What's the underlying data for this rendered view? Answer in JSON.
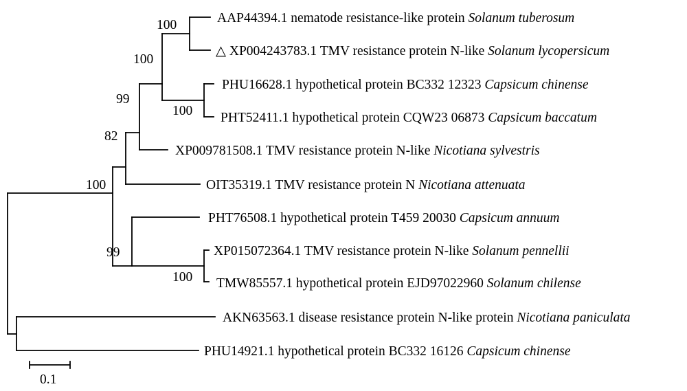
{
  "tree": {
    "taxa": [
      {
        "accession_desc": "AAP44394.1 nematode resistance-like protein",
        "species": "Solanum tuberosum",
        "marker": ""
      },
      {
        "accession_desc": "XP004243783.1 TMV resistance protein N-like",
        "species": "Solanum lycopersicum",
        "marker": "△"
      },
      {
        "accession_desc": "PHU16628.1 hypothetical protein BC332 12323",
        "species": "Capsicum chinense",
        "marker": ""
      },
      {
        "accession_desc": "PHT52411.1 hypothetical protein CQW23 06873",
        "species": "Capsicum baccatum",
        "marker": ""
      },
      {
        "accession_desc": "XP009781508.1 TMV resistance protein N-like",
        "species": "Nicotiana sylvestris",
        "marker": ""
      },
      {
        "accession_desc": "OIT35319.1 TMV resistance protein N",
        "species": "Nicotiana attenuata",
        "marker": ""
      },
      {
        "accession_desc": "PHT76508.1 hypothetical protein T459 20030",
        "species": "Capsicum annuum",
        "marker": ""
      },
      {
        "accession_desc": "XP015072364.1 TMV resistance protein N-like",
        "species": "Solanum pennellii",
        "marker": ""
      },
      {
        "accession_desc": "TMW85557.1 hypothetical protein EJD97022960",
        "species": "Solanum chilense",
        "marker": ""
      },
      {
        "accession_desc": "AKN63563.1 disease resistance protein N-like protein",
        "species": "Nicotiana paniculata",
        "marker": ""
      },
      {
        "accession_desc": "PHU14921.1 hypothetical protein BC332 16126",
        "species": "Capsicum chinense",
        "marker": ""
      }
    ],
    "bootstrap": {
      "tuberosum_lycopersicum": "100",
      "solanum_capsicum_group": "100",
      "capsicum_pair": "100",
      "with_sylvestris": "99",
      "with_attenuata": "82",
      "main_clade": "100",
      "annuum_group": "99",
      "pennellii_chilense": "100"
    },
    "scale_bar": {
      "label": "0.1",
      "length": 0.1
    }
  }
}
